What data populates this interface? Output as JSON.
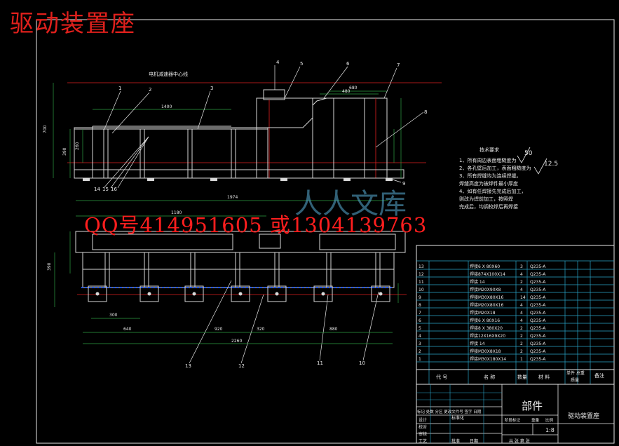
{
  "title": "驱动装置座",
  "contact": "QQ号414951605 或1304139763",
  "watermark": "人人文库",
  "top_label": "电机减速器中心线",
  "tech_requirements": {
    "heading": "技术要求",
    "lines": [
      "1、所有周边表面粗糙度为",
      "2、各孔壁后加工，表面粗糙度为",
      "3、所有焊缝均为连续焊缝。",
      "   焊缝高度为被焊件最小厚度",
      "4、如有任焊接先完成后加工，",
      "   则改为焊前加工，按照焊",
      "   完成后，均调校焊后再焊接"
    ],
    "roughness": [
      "50",
      "12.5"
    ]
  },
  "dimensions": {
    "top": [
      "1400",
      "680",
      "480",
      "260",
      "390",
      "700"
    ],
    "plan": [
      "1974",
      "1180",
      "300",
      "640",
      "920",
      "320",
      "880",
      "2260",
      "390"
    ]
  },
  "balloons": [
    "1",
    "2",
    "3",
    "4",
    "5",
    "6",
    "7",
    "8",
    "9",
    "10",
    "11",
    "12",
    "13",
    "14",
    "15",
    "16"
  ],
  "bom": [
    {
      "no": "13",
      "spec": "焊接6 X 80X60",
      "qty": "3",
      "mat": "Q235-A"
    },
    {
      "no": "12",
      "spec": "焊接874X100X14",
      "qty": "4",
      "mat": "Q235-A"
    },
    {
      "no": "11",
      "spec": "焊接 14",
      "qty": "2",
      "mat": "Q235-A"
    },
    {
      "no": "10",
      "spec": "焊接M20X90X8",
      "qty": "4",
      "mat": "Q235-A"
    },
    {
      "no": "9",
      "spec": "焊接M30X80X16",
      "qty": "14",
      "mat": "Q235-A"
    },
    {
      "no": "8",
      "spec": "焊接M20X80X16",
      "qty": "4",
      "mat": "Q235-A"
    },
    {
      "no": "7",
      "spec": "焊接M20X18",
      "qty": "4",
      "mat": "Q235-A"
    },
    {
      "no": "6",
      "spec": "焊接6 X 80X16",
      "qty": "4",
      "mat": "Q235-A"
    },
    {
      "no": "5",
      "spec": "焊接8 X 380X20",
      "qty": "2",
      "mat": "Q235-A"
    },
    {
      "no": "4",
      "spec": "焊接12X16X9X20",
      "qty": "2",
      "mat": "Q235-A"
    },
    {
      "no": "3",
      "spec": "焊接 14",
      "qty": "2",
      "mat": "Q235-A"
    },
    {
      "no": "2",
      "spec": "焊接M30X8X18",
      "qty": "2",
      "mat": "Q235-A"
    },
    {
      "no": "1",
      "spec": "焊接M30X180X14",
      "qty": "1",
      "mat": "Q235-A"
    }
  ],
  "bom_header": [
    "代 号",
    "名 称",
    "数量",
    "材 料",
    "单件 总重",
    "备注"
  ],
  "bom_header_sub": "质量",
  "title_block": {
    "type": "部件",
    "name": "驱动装置座",
    "scale": "1:8",
    "rev_row": "标记 处数 分区 更改文件号 签字 日期",
    "rows": [
      "设计",
      "校对",
      "审核",
      "工艺"
    ],
    "std": "标准化",
    "approve": "批准",
    "stage": "阶段标记",
    "weight": "重量",
    "ratio": "比例",
    "sheet": "共 张 第 张",
    "date": "日期"
  }
}
